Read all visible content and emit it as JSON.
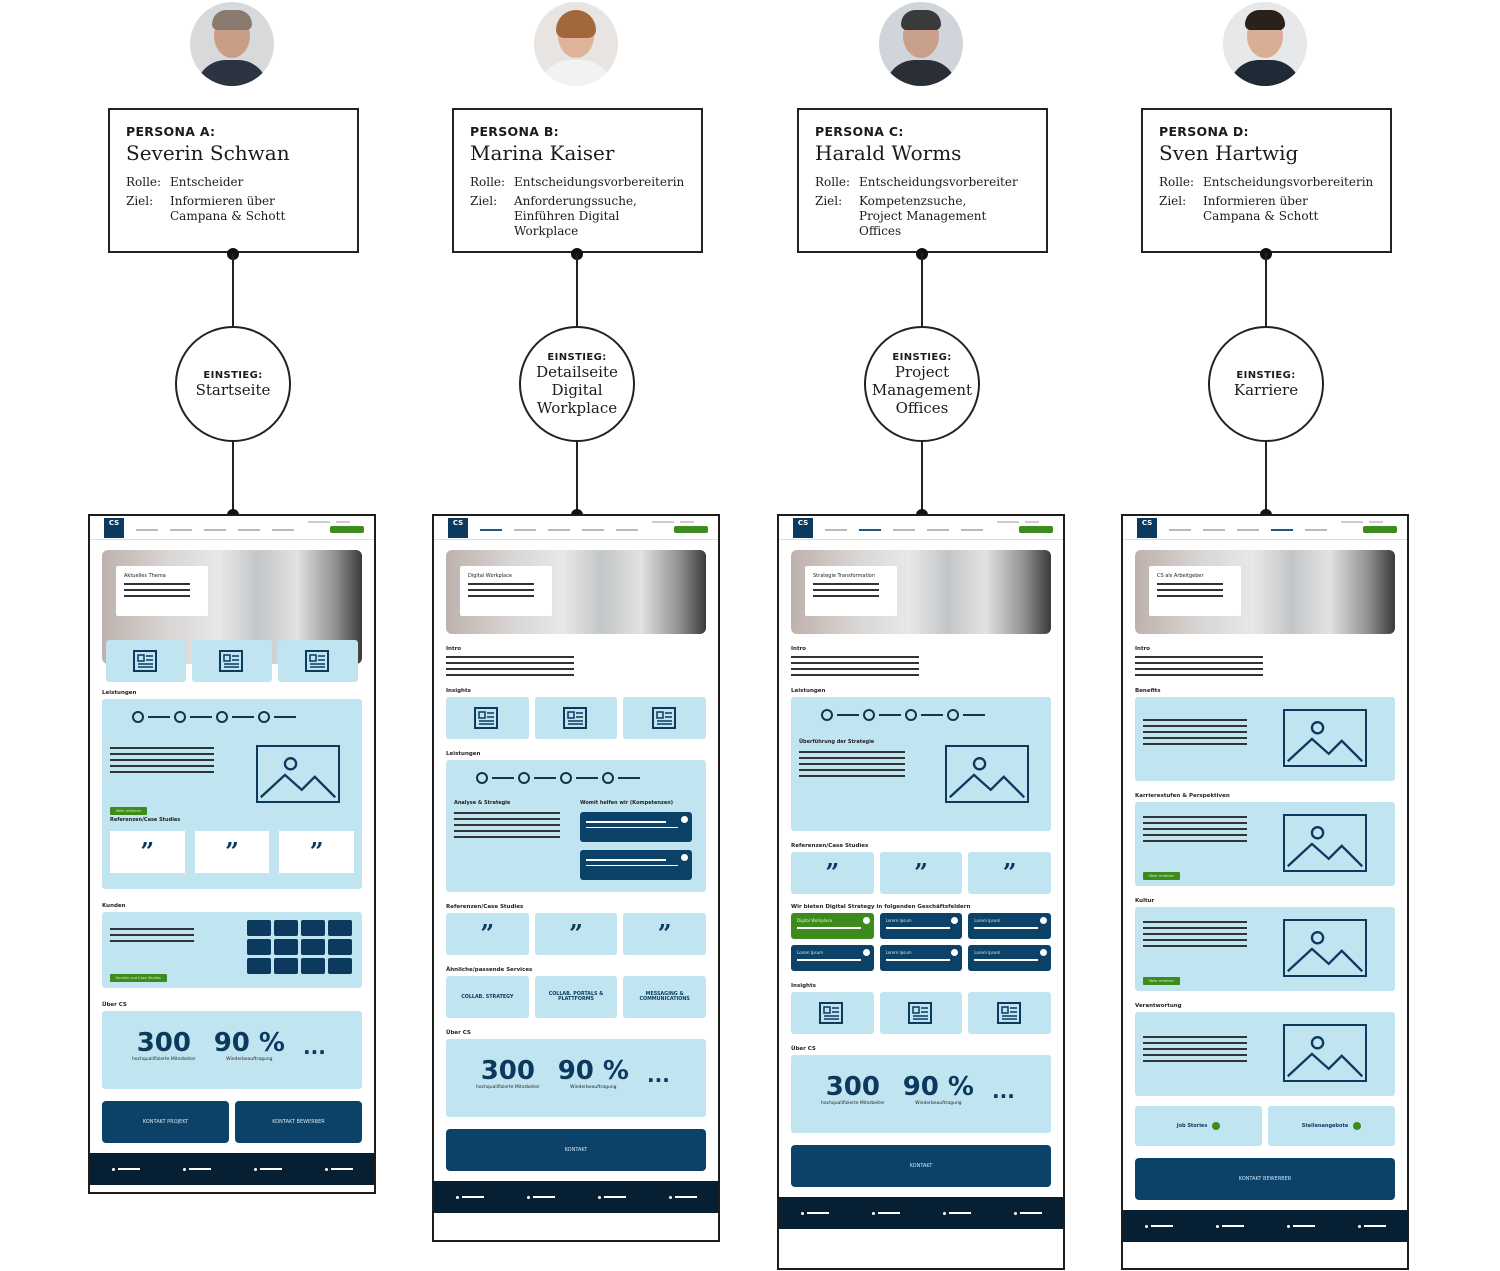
{
  "personas": [
    {
      "header": "PERSONA A:",
      "name": "Severin Schwan",
      "role_label": "Rolle:",
      "role": "Entscheider",
      "goal_label": "Ziel:",
      "goal": "Informieren über\nCampana & Schott",
      "entry_label": "EINSTIEG:",
      "entry": "Startseite",
      "avatar_icon": "person-photo-icon"
    },
    {
      "header": "PERSONA B:",
      "name": "Marina Kaiser",
      "role_label": "Rolle:",
      "role": "Entscheidungsvorbereiterin",
      "goal_label": "Ziel:",
      "goal": "Anforderungssuche,\nEinführen Digital Workplace",
      "entry_label": "EINSTIEG:",
      "entry": "Detailseite\nDigital\nWorkplace",
      "avatar_icon": "person-photo-icon"
    },
    {
      "header": "PERSONA C:",
      "name": "Harald Worms",
      "role_label": "Rolle:",
      "role": "Entscheidungsvorbereiter",
      "goal_label": "Ziel:",
      "goal": "Kompetenzsuche,\nProject Management Offices",
      "entry_label": "EINSTIEG:",
      "entry": "Project\nManagement\nOffices",
      "avatar_icon": "person-photo-icon"
    },
    {
      "header": "PERSONA D:",
      "name": "Sven Hartwig",
      "role_label": "Rolle:",
      "role": "Entscheidungsvorbereiterin",
      "goal_label": "Ziel:",
      "goal": "Informieren über\nCampana & Schott",
      "entry_label": "EINSTIEG:",
      "entry": "Karriere",
      "avatar_icon": "person-photo-icon"
    }
  ],
  "wireframes": {
    "a": {
      "logo": "CS",
      "hero_label": "Aktuelles Thema",
      "sec_leistungen": "Leistungen",
      "more_btn": "Mehr erfahren",
      "sec_referenzen": "Referenzen/Case Studies",
      "sec_kunden": "Kunden",
      "kunden_btn": "Kunden und Case Studies",
      "sec_ueber": "Über CS",
      "stat1": "300",
      "stat1_cap": "hochqualifizierte Mitarbeiter",
      "stat2": "90 %",
      "stat2_cap": "Wiederbeauftragung",
      "stat_more": "...",
      "btn1": "KONTAKT PROJEKT",
      "btn2": "KONTAKT BEWERBER"
    },
    "b": {
      "logo": "CS",
      "hero_label": "Digital Workplace",
      "sec_intro": "Intro",
      "sec_insights": "Insights",
      "sec_leistungen": "Leistungen",
      "analyse": "Analyse & Strategie",
      "womit": "Womit helfen wir (Kompetenzen)",
      "sec_referenzen": "Referenzen/Case Studies",
      "sec_aehnlich": "Ähnliche/passende Services",
      "svc1": "COLLAB. STRATEGY",
      "svc2": "COLLAB. PORTALS &\nPLATTFORMS",
      "svc3": "MESSAGING &\nCOMMUNICATIONS",
      "sec_ueber": "Über CS",
      "stat1": "300",
      "stat1_cap": "hochqualifizierte Mitarbeiter",
      "stat2": "90 %",
      "stat2_cap": "Wiederbeauftragung",
      "stat_more": "...",
      "btn": "KONTAKT"
    },
    "c": {
      "logo": "CS",
      "hero_label": "Strategie Transformation",
      "sec_intro": "Intro",
      "sec_leistungen": "Leistungen",
      "ueberfuehrung": "Überführung der Strategie",
      "sec_referenzen": "Referenzen/Case Studies",
      "sec_bieten": "Wir bieten Digital Strategy in folgenden Geschäftsfeldern",
      "card_green": "Digital Workplace",
      "card_lorem": "Lorem Ipsum",
      "sec_insights": "Insights",
      "sec_ueber": "Über CS",
      "stat1": "300",
      "stat1_cap": "hochqualifizierte Mitarbeiter",
      "stat2": "90 %",
      "stat2_cap": "Wiederbeauftragung",
      "stat_more": "...",
      "btn": "KONTAKT"
    },
    "d": {
      "logo": "CS",
      "hero_label": "CS als Arbeitgeber",
      "sec_intro": "Intro",
      "sec_benefits": "Benefits",
      "sec_karriere": "Karrierestufen & Perspektiven",
      "more_btn": "Mehr erfahren",
      "sec_kultur": "Kultur",
      "sec_verantwortung": "Verantwortung",
      "pill1": "Job Stories",
      "pill2": "Stellenangebote",
      "btn": "KONTAKT BEWERBER"
    }
  },
  "colors": {
    "panel": "#c1e4f1",
    "dark_blue": "#0b3a5e",
    "green": "#3d8a1d",
    "footer": "#071f33"
  }
}
